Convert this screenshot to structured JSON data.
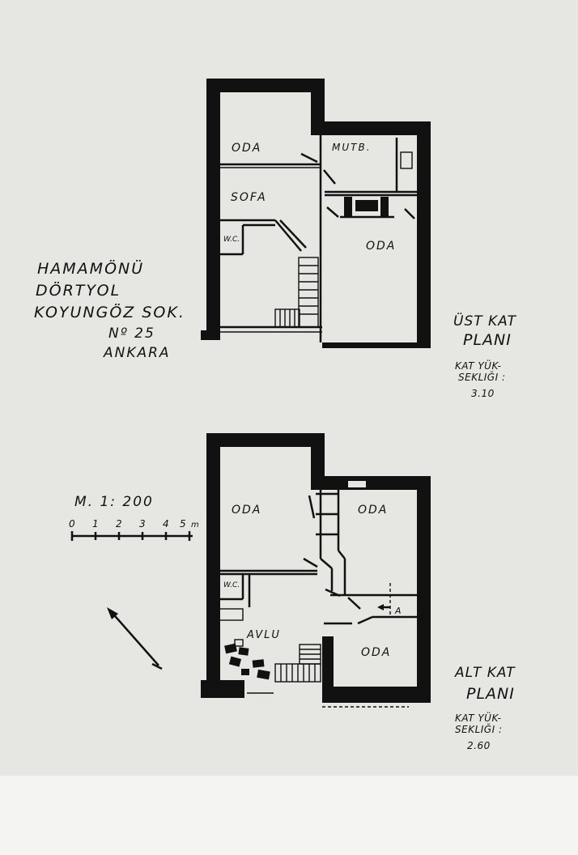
{
  "address": {
    "line1": "HAMAMÖNÜ",
    "line2": "DÖRTYOL",
    "line3": "KOYUNGÖZ SOK.",
    "line4": "Nº 25",
    "line5": "ANKARA"
  },
  "upper_floor": {
    "plan_line1": "ÜST KAT",
    "plan_line2": "PLANI",
    "height_line1": "KAT YÜK-",
    "height_line2": "SEKLIĞI :",
    "height_value": "3.10",
    "rooms": {
      "oda_north": "ODA",
      "mutfak": "MUTB.",
      "sofa": "SOFA",
      "wc": "W.C.",
      "oda_east": "ODA"
    }
  },
  "lower_floor": {
    "plan_line1": "ALT KAT",
    "plan_line2": "PLANI",
    "height_line1": "KAT YÜK-",
    "height_line2": "SEKLIĞI :",
    "height_value": "2.60",
    "rooms": {
      "oda_west": "ODA",
      "oda_northeast": "ODA",
      "wc": "W.C.",
      "avlu": "AVLU",
      "oda_southeast": "ODA"
    },
    "section_marker": "A"
  },
  "scale": {
    "title": "M.  1: 200",
    "ticks": [
      "0",
      "1",
      "2",
      "3",
      "4",
      "5"
    ],
    "unit": "m"
  },
  "icons": [
    "north-arrow-icon",
    "stair-icon",
    "fireplace-icon",
    "section-marker-icon"
  ]
}
